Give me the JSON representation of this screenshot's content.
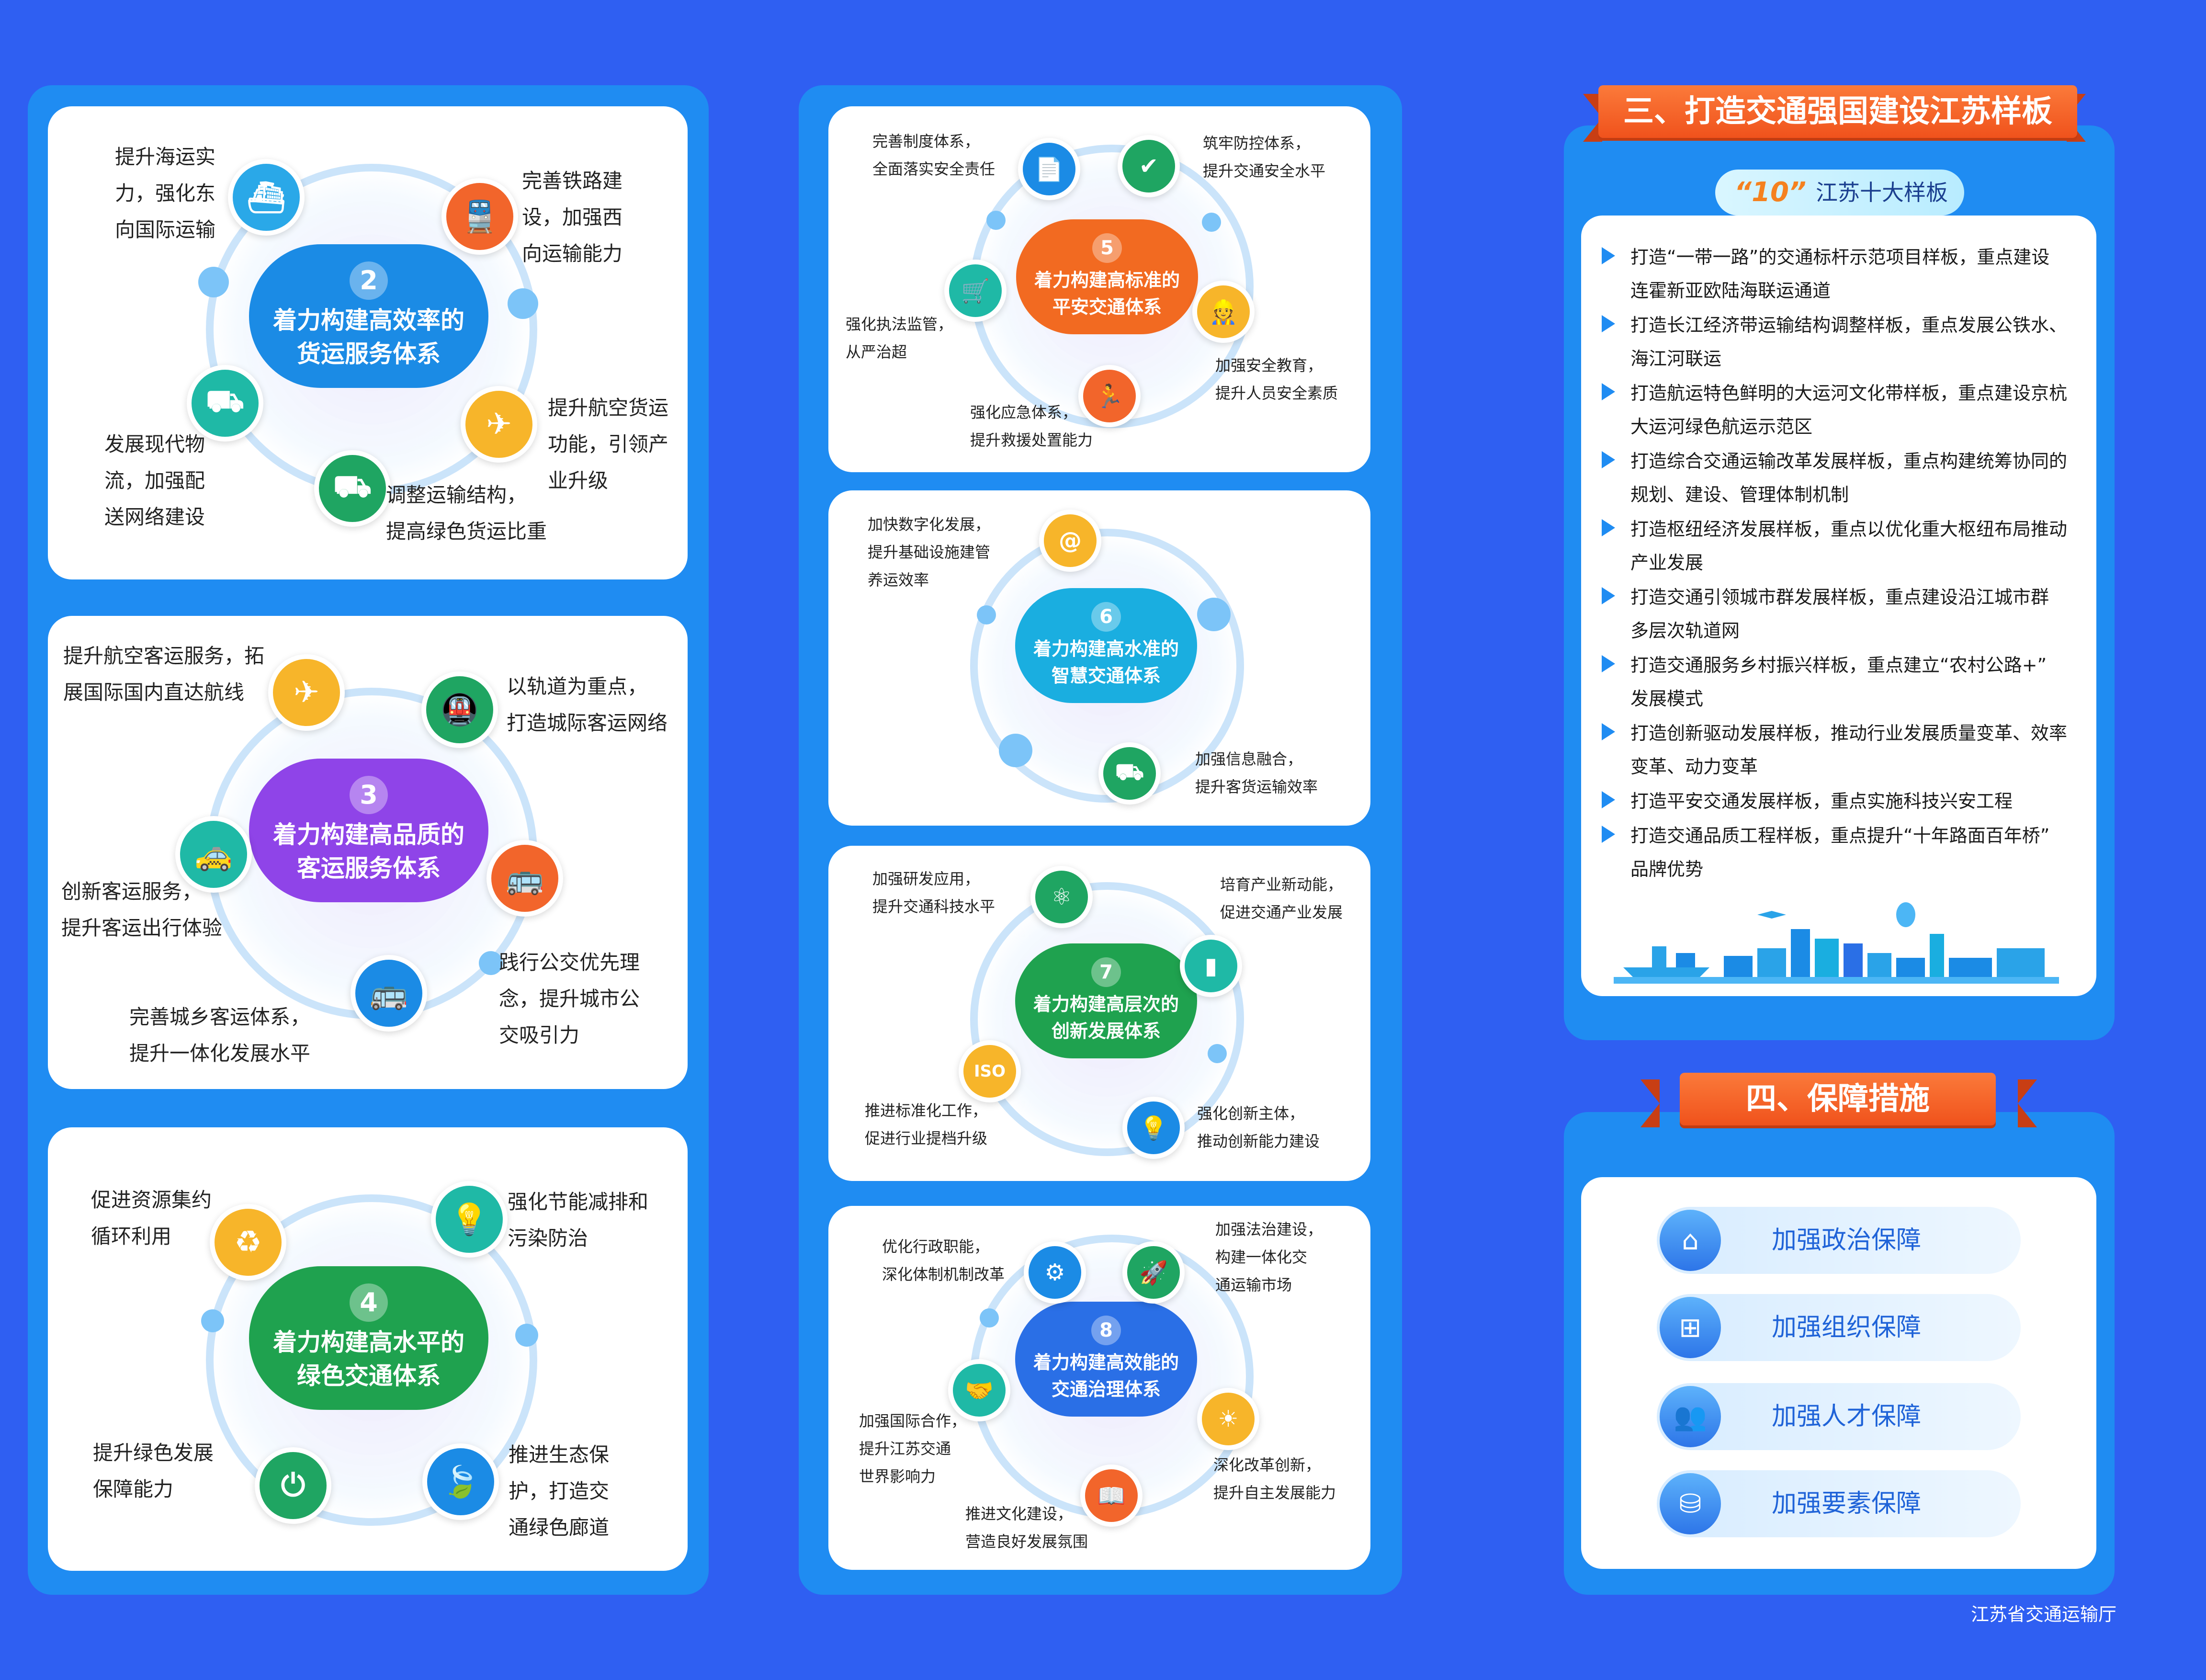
{
  "colors": {
    "background": "#2f5ff2",
    "panel": "#1f8cf2",
    "card": "#ffffff",
    "ribbon": "#f0521c"
  },
  "systems": [
    {
      "num": "2",
      "title_l1": "着力构建高效率的",
      "title_l2": "货运服务体系",
      "items": [
        "提升海运实",
        "力，强化东",
        "向国际运输",
        "完善铁路建",
        "设，加强西",
        "向运输能力",
        "提升航空货运",
        "功能，引领产",
        "业升级",
        "调整运输结构，",
        "提高绿色货运比重",
        "发展现代物",
        "流，加强配",
        "送网络建设"
      ],
      "icons": [
        "ship-icon",
        "train-icon",
        "plane-icon",
        "truck-icon",
        "delivery-van-icon"
      ]
    },
    {
      "num": "3",
      "title_l1": "着力构建高品质的",
      "title_l2": "客运服务体系",
      "items": [
        "提升航空客运服务，拓",
        "展国际国内直达航线",
        "以轨道为重点，",
        "打造城际客运网络",
        "创新客运服务，",
        "提升客运出行体验",
        "践行公交优先理",
        "念，提升城市公",
        "交吸引力",
        "完善城乡客运体系，",
        "提升一体化发展水平"
      ],
      "icons": [
        "plane-icon",
        "metro-icon",
        "taxi-icon",
        "bus-icon",
        "coach-icon"
      ]
    },
    {
      "num": "4",
      "title_l1": "着力构建高水平的",
      "title_l2": "绿色交通体系",
      "items": [
        "促进资源集约",
        "循环利用",
        "强化节能减排和",
        "污染防治",
        "提升绿色发展",
        "保障能力",
        "推进生态保",
        "护，打造交",
        "通绿色廊道"
      ],
      "icons": [
        "recycle-icon",
        "bulb-icon",
        "plug-icon",
        "leaf-icon"
      ]
    },
    {
      "num": "5",
      "title_l1": "着力构建高标准的",
      "title_l2": "平安交通体系",
      "items": [
        "完善制度体系，",
        "全面落实安全责任",
        "筑牢防控体系，",
        "提升交通安全水平",
        "强化执法监管，",
        "从严治超",
        "加强安全教育，",
        "提升人员安全素质",
        "强化应急体系，",
        "提升救援处置能力"
      ],
      "icons": [
        "document-icon",
        "shield-icon",
        "cart-icon",
        "worker-icon",
        "rescue-icon"
      ]
    },
    {
      "num": "6",
      "title_l1": "着力构建高水准的",
      "title_l2": "智慧交通体系",
      "items": [
        "加快数字化发展，",
        "提升基础设施建管",
        "养运效率",
        "加强信息融合，",
        "提升客货运输效率"
      ],
      "icons": [
        "at-icon",
        "truck-icon"
      ]
    },
    {
      "num": "7",
      "title_l1": "着力构建高层次的",
      "title_l2": "创新发展体系",
      "items": [
        "加强研发应用，",
        "提升交通科技水平",
        "培育产业新动能，",
        "促进交通产业发展",
        "推进标准化工作，",
        "促进行业提档升级",
        "强化创新主体，",
        "推动创新能力建设"
      ],
      "icons": [
        "atom-icon",
        "battery-icon",
        "iso-icon",
        "lightbulb-icon"
      ],
      "iso_text": "ISO"
    },
    {
      "num": "8",
      "title_l1": "着力构建高效能的",
      "title_l2": "交通治理体系",
      "items": [
        "优化行政职能，",
        "深化体制机制改革",
        "加强法治建设，",
        "构建一体化交",
        "通运输市场",
        "加强国际合作，",
        "提升江苏交通",
        "世界影响力",
        "深化改革创新，",
        "提升自主发展能力",
        "推进文化建设，",
        "营造良好发展氛围"
      ],
      "icons": [
        "gear-cycle-icon",
        "rocket-icon",
        "handshake-icon",
        "idea-icon",
        "book-icon"
      ]
    }
  ],
  "section3": {
    "title": "三、打造交通强国建设江苏样板",
    "badge_num": "“10”",
    "badge_text": "江苏十大样板",
    "items": [
      [
        "打造“一带一路”的交通标杆示范项目样板，重点建设",
        "连霍新亚欧陆海联运通道"
      ],
      [
        "打造长江经济带运输结构调整样板，重点发展公铁水、",
        "海江河联运"
      ],
      [
        "打造航运特色鲜明的大运河文化带样板，重点建设京杭",
        "大运河绿色航运示范区"
      ],
      [
        "打造综合交通运输改革发展样板，重点构建统筹协同的",
        "规划、建设、管理体制机制"
      ],
      [
        "打造枢纽经济发展样板，重点以优化重大枢纽布局推动",
        "产业发展"
      ],
      [
        "打造交通引领城市群发展样板，重点建设沿江城市群",
        "多层次轨道网"
      ],
      [
        "打造交通服务乡村振兴样板，重点建立“农村公路+”",
        "发展模式"
      ],
      [
        "打造创新驱动发展样板，推动行业发展质量变革、效率",
        "变革、动力变革"
      ],
      [
        "打造平安交通发展样板，重点实施科技兴安工程",
        ""
      ],
      [
        "打造交通品质工程样板，重点提升“十年路面百年桥”",
        "品牌优势"
      ]
    ]
  },
  "section4": {
    "title": "四、保障措施",
    "items": [
      "加强政治保障",
      "加强组织保障",
      "加强人才保障",
      "加强要素保障"
    ],
    "icons": [
      "home-icon",
      "org-chart-icon",
      "people-icon",
      "coins-icon"
    ]
  },
  "footer": "江苏省交通运输厅"
}
